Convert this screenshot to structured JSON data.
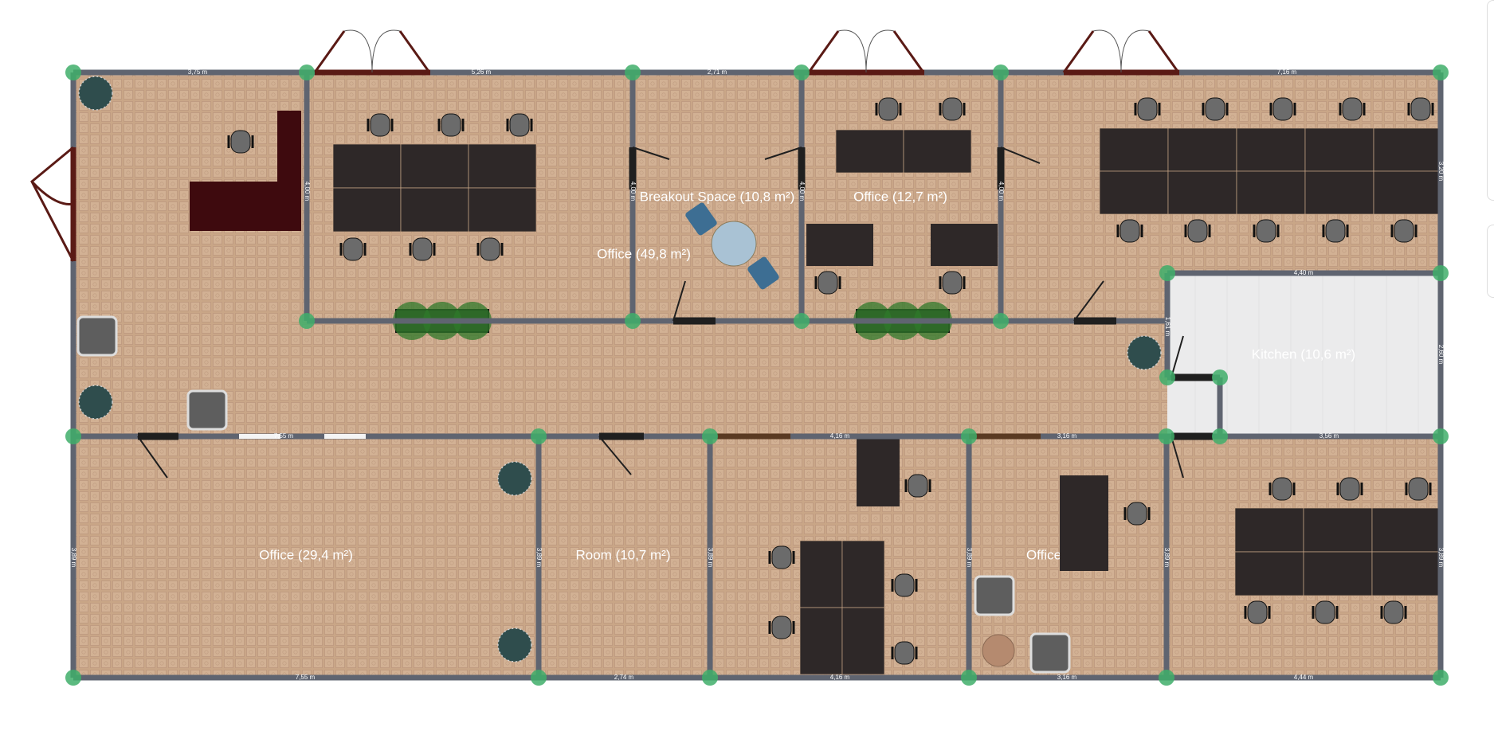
{
  "plan": {
    "rooms": [
      {
        "id": "office-large",
        "label": "Office (49,8 m²)"
      },
      {
        "id": "breakout",
        "label": "Breakout Space (10,8 m²)"
      },
      {
        "id": "office-small",
        "label": "Office (12,7 m²)"
      },
      {
        "id": "kitchen",
        "label": "Kitchen (10,6 m²)"
      },
      {
        "id": "office-bottom-left",
        "label": "Office (29,4 m²)"
      },
      {
        "id": "room",
        "label": "Room (10,7 m²)"
      },
      {
        "id": "office-bottom-mid",
        "label": "Office"
      }
    ],
    "dimensions": {
      "top": [
        "3,75 m",
        "5,26 m",
        "2,71 m",
        "7,16 m"
      ],
      "upper_walls": [
        "4,00 m",
        "4,00 m",
        "4,00 m",
        "4,00 m"
      ],
      "right_upper": "3,20 m",
      "kitchen_top": "4,40 m",
      "kitchen_right": "2,60 m",
      "kitchen_left": "1,61 m",
      "corridor": [
        "7,55 m",
        "4,16 m",
        "3,16 m",
        "3,56 m"
      ],
      "lower_walls": [
        "3,89 m",
        "3,89 m",
        "3,89 m",
        "3,89 m",
        "3,89 m",
        "3,89 m"
      ],
      "bottom": [
        "7,55 m",
        "2,74 m",
        "4,16 m",
        "3,16 m",
        "4,44 m"
      ]
    },
    "colors": {
      "wall": "#5f6470",
      "floor": "#c9a687",
      "kitchen_floor": "#e9e9ea",
      "node": "#3fae6a",
      "desk": "#2e2828",
      "reception": "#3e0a0e",
      "door_frame": "#5a1a15",
      "chair": "#6b6b6b",
      "breakout_chair": "#3d6e93",
      "breakout_table": "#a9c2d4"
    }
  }
}
